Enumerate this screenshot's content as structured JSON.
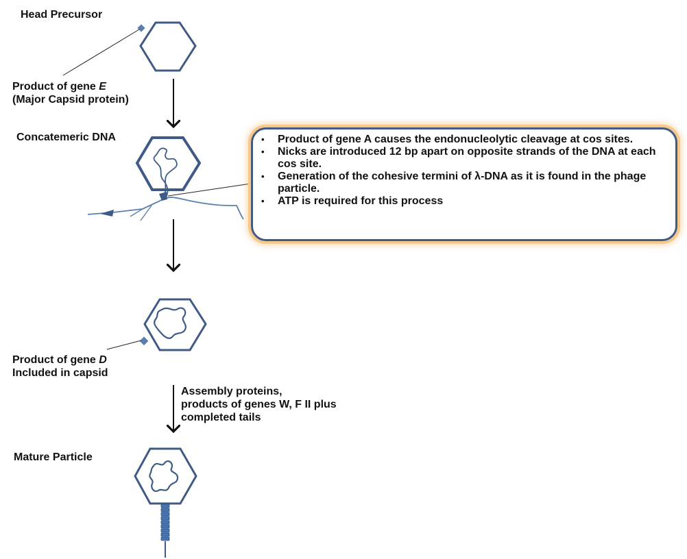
{
  "labels": {
    "head_precursor": "Head Precursor",
    "gene_e_line1_prefix": "Product of gene ",
    "gene_e_letter": "E",
    "gene_e_line2": "(Major Capsid protein)",
    "concatemeric_dna": "Concatemeric DNA",
    "gene_d_line1_prefix": "Product of gene ",
    "gene_d_letter": "D",
    "gene_d_line2": "Included in capsid",
    "assembly_line1": "Assembly proteins,",
    "assembly_line2": "products of genes W,  F II  plus",
    "assembly_line3": "completed tails",
    "mature_particle": "Mature Particle"
  },
  "callout": {
    "bullets": [
      "Product of gene A causes the endonucleolytic cleavage at cos sites.",
      "Nicks are introduced 12 bp apart on opposite strands of the DNA at each cos site.",
      "Generation of the cohesive termini of  λ-DNA as it is found in the phage particle.",
      "ATP is required for this process"
    ]
  },
  "colors": {
    "capsid_stroke": "#3f5a86",
    "dna_stroke": "#5a7fae",
    "tail": "#4a74b0",
    "callout_glow": "#f6c98a"
  }
}
